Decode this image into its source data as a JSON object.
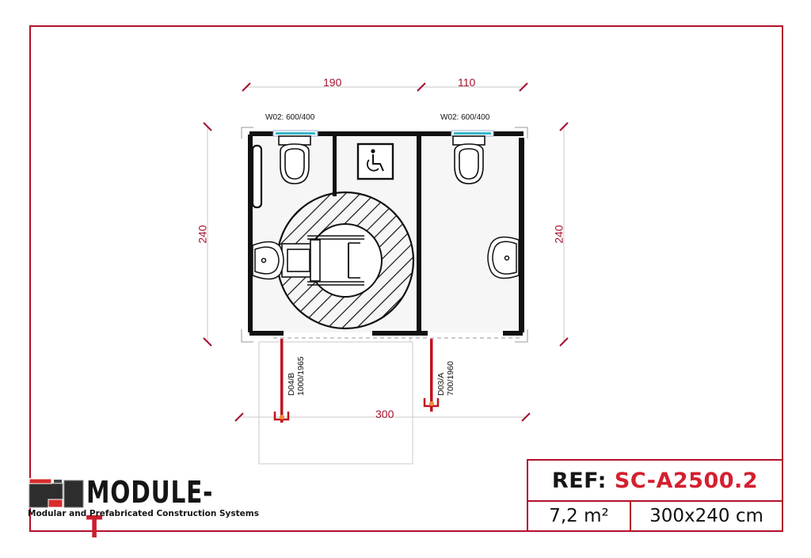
{
  "drawing": {
    "type": "floor-plan",
    "subject": "Modular accessible toilet unit",
    "dimensions": {
      "top_left_segment": "190",
      "top_right_segment": "110",
      "left_height": "240",
      "right_height": "240",
      "bottom_width": "300"
    },
    "windows": [
      {
        "label": "W02: 600/400"
      },
      {
        "label": "W02: 600/400"
      }
    ],
    "doors": [
      {
        "code": "D04/B",
        "size": "1000/1965"
      },
      {
        "code": "D03/A",
        "size": "700/1960"
      }
    ],
    "symbols": [
      "wheelchair-accessibility-sign",
      "toilet",
      "toilet",
      "washbasin",
      "washbasin",
      "grab-bar",
      "wheelchair-turning-circle"
    ]
  },
  "title_block": {
    "ref_label": "REF:",
    "ref_value": "SC-A2500.2",
    "area": "7,2 m²",
    "size": "300x240 cm"
  },
  "logo": {
    "word_main": "MODULE-",
    "word_accent": "T",
    "tagline": "Modular and Prefabricated Construction Systems"
  },
  "colors": {
    "frame": "#b3112b",
    "dimension_text": "#a4122e",
    "ref_value": "#d4202f",
    "door_marker": "#c0131f",
    "window_glass": "#35b8c8"
  }
}
